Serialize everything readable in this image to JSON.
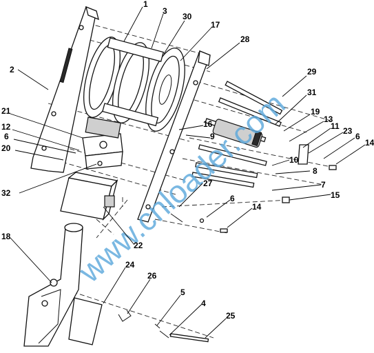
{
  "callouts": [
    "1",
    "3",
    "30",
    "17",
    "28",
    "2",
    "29",
    "31",
    "21",
    "12",
    "6",
    "20",
    "16",
    "9",
    "19",
    "13",
    "11",
    "23",
    "6",
    "14",
    "10",
    "8",
    "32",
    "27",
    "7",
    "15",
    "6",
    "14",
    "22",
    "18",
    "24",
    "26",
    "5",
    "4",
    "25"
  ],
  "watermark": "www.cnloader.com"
}
